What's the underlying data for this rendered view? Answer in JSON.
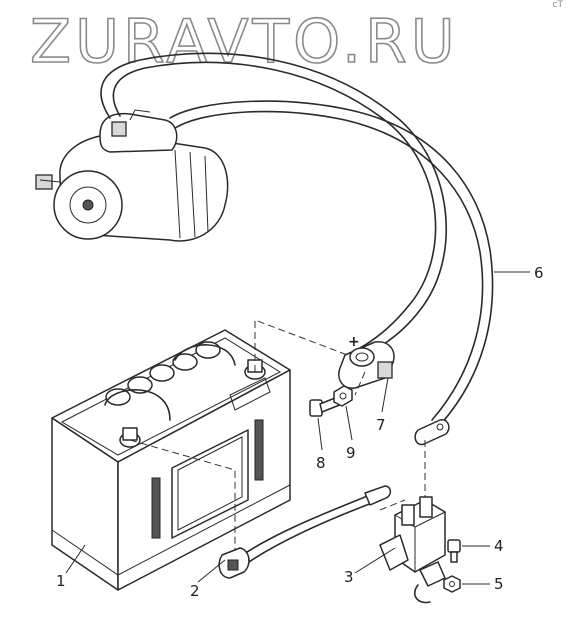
{
  "watermark": {
    "text": "ZURAVTO.RU"
  },
  "corner_mark": "cT",
  "polarity": {
    "positive": "+"
  },
  "callouts": [
    {
      "id": "1",
      "label": "1"
    },
    {
      "id": "2",
      "label": "2"
    },
    {
      "id": "3",
      "label": "3"
    },
    {
      "id": "4",
      "label": "4"
    },
    {
      "id": "5",
      "label": "5"
    },
    {
      "id": "6",
      "label": "6"
    },
    {
      "id": "7",
      "label": "7"
    },
    {
      "id": "8",
      "label": "8"
    },
    {
      "id": "9",
      "label": "9"
    }
  ]
}
